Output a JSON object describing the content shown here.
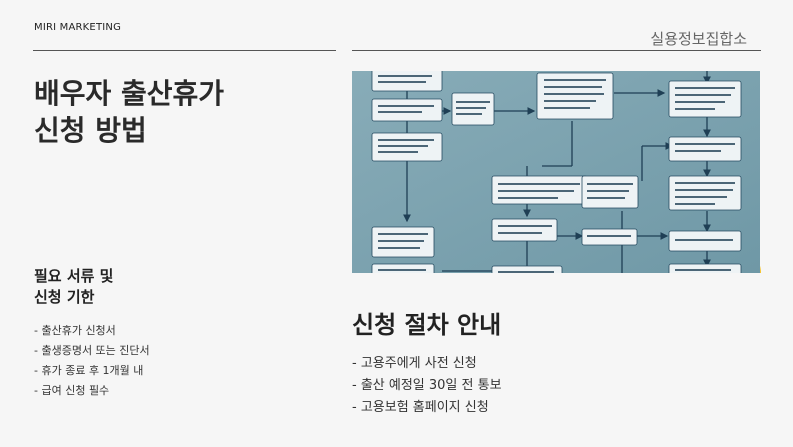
{
  "header": {
    "brand": "MIRI MARKETING",
    "site_name": "실용정보집합소"
  },
  "main": {
    "title_line1": "배우자 출산휴가",
    "title_line2": "신청 방법"
  },
  "documents": {
    "title_line1": "필요 서류 및",
    "title_line2": "신청 기한",
    "items": [
      "- 출산휴가 신청서",
      "- 출생증명서 또는 진단서",
      "- 휴가 종료 후 1개월 내",
      "- 급여 신청 필수"
    ]
  },
  "procedure": {
    "title": "신청 절차 안내",
    "items": [
      "- 고용주에게 사전 신청",
      "- 출산 예정일 30일 전 통보",
      "- 고용보험 홈페이지 신청"
    ]
  },
  "colors": {
    "background": "#f6f6f6",
    "hero_bg": "#7fa6b3",
    "accent_yellow": "#f5c42c",
    "flow_line": "#1f3f55"
  }
}
